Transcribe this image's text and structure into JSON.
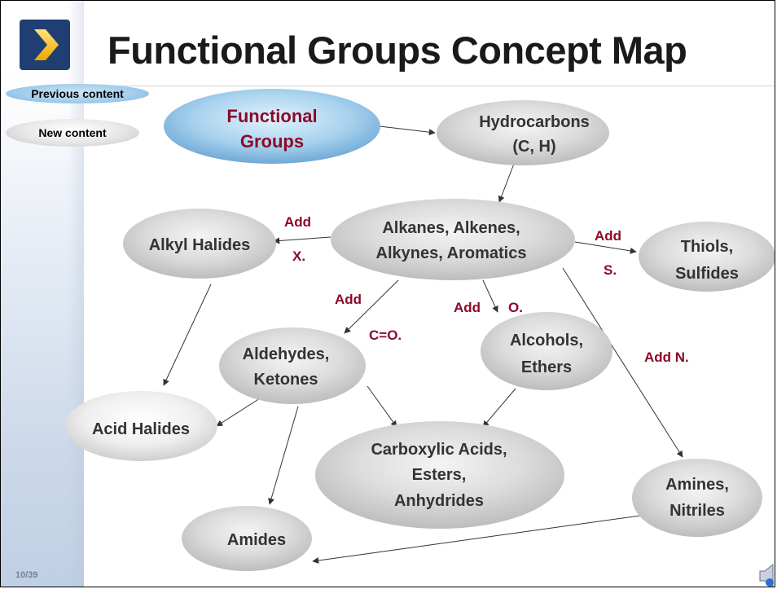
{
  "slide": {
    "title": "Functional Groups Concept Map",
    "page_number": "10/39"
  },
  "legend": {
    "previous": "Previous content",
    "new": "New content"
  },
  "nodes": {
    "functional_groups": [
      "Functional",
      "Groups"
    ],
    "hydrocarbons": [
      "Hydrocarbons",
      "(C, H)"
    ],
    "alkanes": [
      "Alkanes, Alkenes,",
      "Alkynes, Aromatics"
    ],
    "alkyl_halides": [
      "Alkyl Halides"
    ],
    "thiols": [
      "Thiols,",
      "Sulfides"
    ],
    "aldehydes": [
      "Aldehydes,",
      "Ketones"
    ],
    "alcohols": [
      "Alcohols,",
      "Ethers"
    ],
    "acid_halides": [
      "Acid Halides"
    ],
    "carboxylic": [
      "Carboxylic Acids,",
      "Esters,",
      "Anhydrides"
    ],
    "amines": [
      "Amines,",
      "Nitriles"
    ],
    "amides": [
      "Amides"
    ]
  },
  "edge_labels": {
    "add_x_1": "Add",
    "add_x_2": "X.",
    "add_s_1": "Add",
    "add_s_2": "S.",
    "add_co_1": "Add",
    "add_co_2": "C=O.",
    "add_o_1": "Add",
    "add_o_2": "O.",
    "add_n": "Add N."
  },
  "colors": {
    "previous_content": "#9fcbea",
    "new_content": "#d9d9d9",
    "label_text": "#8b0a2a",
    "logo": "#1f3f73"
  },
  "icons": [
    "chevron-right-icon",
    "speaker-icon"
  ]
}
